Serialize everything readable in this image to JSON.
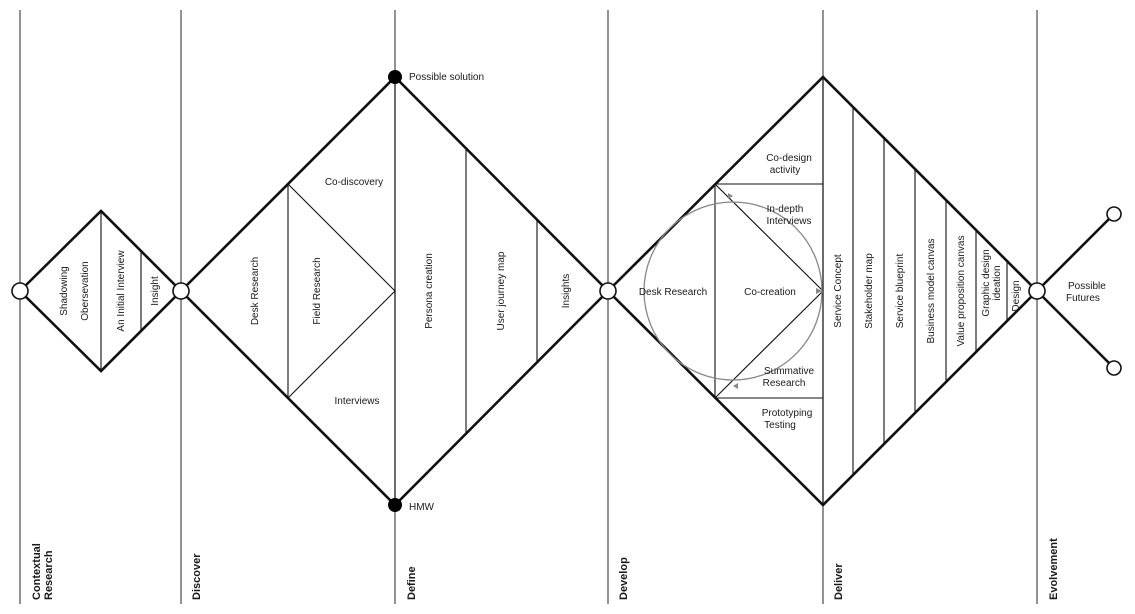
{
  "phases": {
    "contextual_research": [
      "Contextual",
      "Research"
    ],
    "discover": "Discover",
    "define": "Define",
    "develop": "Develop",
    "deliver": "Deliver",
    "evolvement": "Evolvement"
  },
  "contextual": {
    "shadowing": "Shadowing",
    "observation": "Obersevation",
    "interview": "An Initial Interview",
    "insight": "Insight"
  },
  "discover": {
    "desk_research": "Desk Research",
    "field_research": "Field Research",
    "co_discovery": "Co-discovery",
    "interviews": "Interviews"
  },
  "define": {
    "possible_solution": "Possible solution",
    "hmw": "HMW",
    "persona": "Persona creation",
    "journey": "User journey map",
    "insights": "Insights"
  },
  "develop": {
    "desk_research": "Desk Research",
    "co_creation": "Co-creation",
    "co_design": [
      "Co-design",
      "activity"
    ],
    "in_depth": [
      "In-depth",
      "Interviews"
    ],
    "summative": [
      "Summative",
      "Research"
    ],
    "prototyping": [
      "Prototyping",
      "Testing"
    ]
  },
  "deliver": {
    "service_concept": "Service Concept",
    "stakeholder_map": "Stakeholder map",
    "service_blueprint": "Service blueprint",
    "business_model": "Business model canvas",
    "value_proposition": "Value proposition canvas",
    "graphic_design": [
      "Graphic design",
      "ideation"
    ],
    "design": "Design"
  },
  "evolvement": {
    "possible_futures": [
      "Possible",
      "Futures"
    ]
  }
}
